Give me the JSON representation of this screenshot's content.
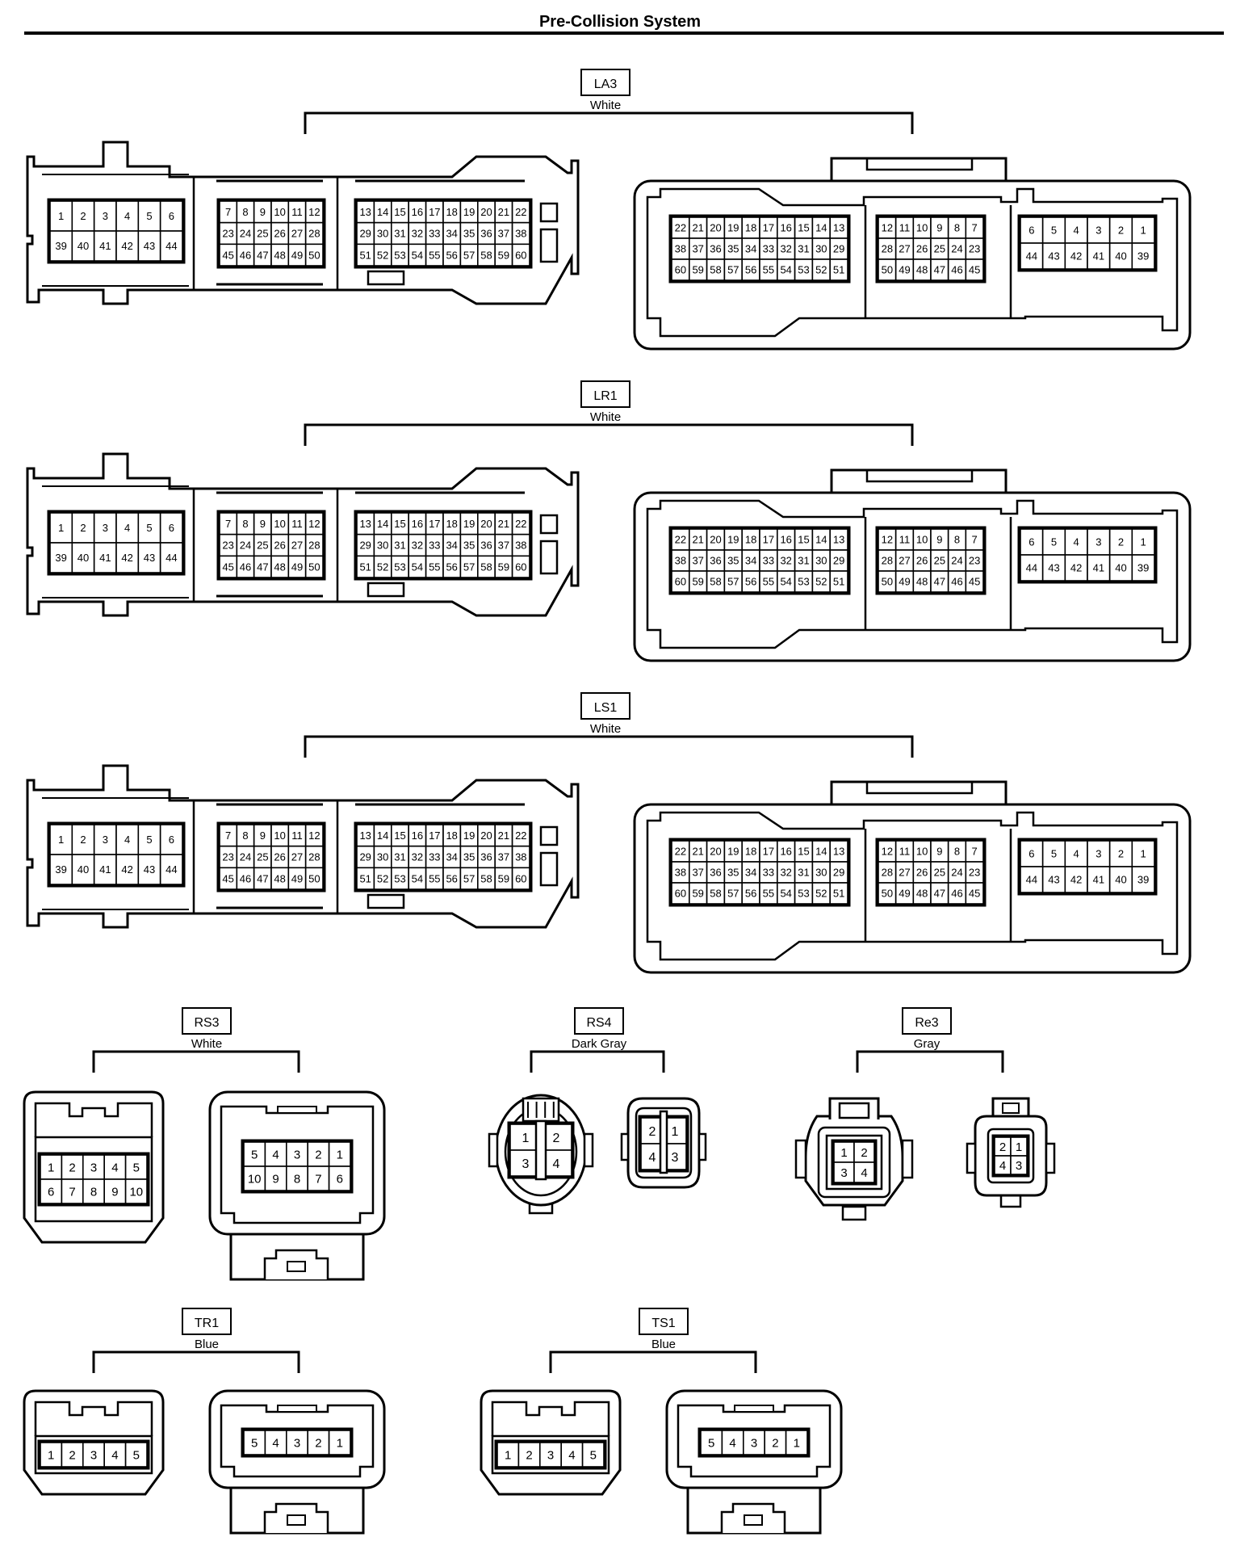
{
  "page": {
    "title": "Pre-Collision System"
  },
  "connectors": [
    {
      "id": "LA3",
      "color": "White",
      "kind": "large",
      "left_pins": {
        "a": [
          [
            "1",
            "2",
            "3",
            "4",
            "5",
            "6"
          ],
          [
            "39",
            "40",
            "41",
            "42",
            "43",
            "44"
          ]
        ],
        "b": [
          [
            "7",
            "8",
            "9",
            "10",
            "11",
            "12"
          ],
          [
            "23",
            "24",
            "25",
            "26",
            "27",
            "28"
          ],
          [
            "45",
            "46",
            "47",
            "48",
            "49",
            "50"
          ]
        ],
        "c": [
          [
            "13",
            "14",
            "15",
            "16",
            "17",
            "18",
            "19",
            "20",
            "21",
            "22"
          ],
          [
            "29",
            "30",
            "31",
            "32",
            "33",
            "34",
            "35",
            "36",
            "37",
            "38"
          ],
          [
            "51",
            "52",
            "53",
            "54",
            "55",
            "56",
            "57",
            "58",
            "59",
            "60"
          ]
        ]
      },
      "right_pins": {
        "a": [
          [
            "22",
            "21",
            "20",
            "19",
            "18",
            "17",
            "16",
            "15",
            "14",
            "13"
          ],
          [
            "38",
            "37",
            "36",
            "35",
            "34",
            "33",
            "32",
            "31",
            "30",
            "29"
          ],
          [
            "60",
            "59",
            "58",
            "57",
            "56",
            "55",
            "54",
            "53",
            "52",
            "51"
          ]
        ],
        "b": [
          [
            "12",
            "11",
            "10",
            "9",
            "8",
            "7"
          ],
          [
            "28",
            "27",
            "26",
            "25",
            "24",
            "23"
          ],
          [
            "50",
            "49",
            "48",
            "47",
            "46",
            "45"
          ]
        ],
        "c": [
          [
            "6",
            "5",
            "4",
            "3",
            "2",
            "1"
          ],
          [
            "44",
            "43",
            "42",
            "41",
            "40",
            "39"
          ]
        ]
      }
    },
    {
      "id": "LR1",
      "color": "White",
      "kind": "large",
      "left_pins": {
        "a": [
          [
            "1",
            "2",
            "3",
            "4",
            "5",
            "6"
          ],
          [
            "39",
            "40",
            "41",
            "42",
            "43",
            "44"
          ]
        ],
        "b": [
          [
            "7",
            "8",
            "9",
            "10",
            "11",
            "12"
          ],
          [
            "23",
            "24",
            "25",
            "26",
            "27",
            "28"
          ],
          [
            "45",
            "46",
            "47",
            "48",
            "49",
            "50"
          ]
        ],
        "c": [
          [
            "13",
            "14",
            "15",
            "16",
            "17",
            "18",
            "19",
            "20",
            "21",
            "22"
          ],
          [
            "29",
            "30",
            "31",
            "32",
            "33",
            "34",
            "35",
            "36",
            "37",
            "38"
          ],
          [
            "51",
            "52",
            "53",
            "54",
            "55",
            "56",
            "57",
            "58",
            "59",
            "60"
          ]
        ]
      },
      "right_pins": {
        "a": [
          [
            "22",
            "21",
            "20",
            "19",
            "18",
            "17",
            "16",
            "15",
            "14",
            "13"
          ],
          [
            "38",
            "37",
            "36",
            "35",
            "34",
            "33",
            "32",
            "31",
            "30",
            "29"
          ],
          [
            "60",
            "59",
            "58",
            "57",
            "56",
            "55",
            "54",
            "53",
            "52",
            "51"
          ]
        ],
        "b": [
          [
            "12",
            "11",
            "10",
            "9",
            "8",
            "7"
          ],
          [
            "28",
            "27",
            "26",
            "25",
            "24",
            "23"
          ],
          [
            "50",
            "49",
            "48",
            "47",
            "46",
            "45"
          ]
        ],
        "c": [
          [
            "6",
            "5",
            "4",
            "3",
            "2",
            "1"
          ],
          [
            "44",
            "43",
            "42",
            "41",
            "40",
            "39"
          ]
        ]
      }
    },
    {
      "id": "LS1",
      "color": "White",
      "kind": "large",
      "left_pins": {
        "a": [
          [
            "1",
            "2",
            "3",
            "4",
            "5",
            "6"
          ],
          [
            "39",
            "40",
            "41",
            "42",
            "43",
            "44"
          ]
        ],
        "b": [
          [
            "7",
            "8",
            "9",
            "10",
            "11",
            "12"
          ],
          [
            "23",
            "24",
            "25",
            "26",
            "27",
            "28"
          ],
          [
            "45",
            "46",
            "47",
            "48",
            "49",
            "50"
          ]
        ],
        "c": [
          [
            "13",
            "14",
            "15",
            "16",
            "17",
            "18",
            "19",
            "20",
            "21",
            "22"
          ],
          [
            "29",
            "30",
            "31",
            "32",
            "33",
            "34",
            "35",
            "36",
            "37",
            "38"
          ],
          [
            "51",
            "52",
            "53",
            "54",
            "55",
            "56",
            "57",
            "58",
            "59",
            "60"
          ]
        ]
      },
      "right_pins": {
        "a": [
          [
            "22",
            "21",
            "20",
            "19",
            "18",
            "17",
            "16",
            "15",
            "14",
            "13"
          ],
          [
            "38",
            "37",
            "36",
            "35",
            "34",
            "33",
            "32",
            "31",
            "30",
            "29"
          ],
          [
            "60",
            "59",
            "58",
            "57",
            "56",
            "55",
            "54",
            "53",
            "52",
            "51"
          ]
        ],
        "b": [
          [
            "12",
            "11",
            "10",
            "9",
            "8",
            "7"
          ],
          [
            "28",
            "27",
            "26",
            "25",
            "24",
            "23"
          ],
          [
            "50",
            "49",
            "48",
            "47",
            "46",
            "45"
          ]
        ],
        "c": [
          [
            "6",
            "5",
            "4",
            "3",
            "2",
            "1"
          ],
          [
            "44",
            "43",
            "42",
            "41",
            "40",
            "39"
          ]
        ]
      }
    },
    {
      "id": "RS3",
      "color": "White",
      "kind": "medium",
      "left_pins": [
        [
          "1",
          "2",
          "3",
          "4",
          "5"
        ],
        [
          "6",
          "7",
          "8",
          "9",
          "10"
        ]
      ],
      "right_pins": [
        [
          "5",
          "4",
          "3",
          "2",
          "1"
        ],
        [
          "10",
          "9",
          "8",
          "7",
          "6"
        ]
      ]
    },
    {
      "id": "RS4",
      "color": "Dark Gray",
      "kind": "round",
      "left_pins": [
        [
          "1",
          "2"
        ],
        [
          "3",
          "4"
        ]
      ],
      "right_pins": [
        [
          "2",
          "1"
        ],
        [
          "4",
          "3"
        ]
      ]
    },
    {
      "id": "Re3",
      "color": "Gray",
      "kind": "round",
      "left_pins": [
        [
          "1",
          "2"
        ],
        [
          "3",
          "4"
        ]
      ],
      "right_pins": [
        [
          "2",
          "1"
        ],
        [
          "4",
          "3"
        ]
      ]
    },
    {
      "id": "TR1",
      "color": "Blue",
      "kind": "small",
      "left_pins": [
        [
          "1",
          "2",
          "3",
          "4",
          "5"
        ]
      ],
      "right_pins": [
        [
          "5",
          "4",
          "3",
          "2",
          "1"
        ]
      ]
    },
    {
      "id": "TS1",
      "color": "Blue",
      "kind": "small",
      "left_pins": [
        [
          "1",
          "2",
          "3",
          "4",
          "5"
        ]
      ],
      "right_pins": [
        [
          "5",
          "4",
          "3",
          "2",
          "1"
        ]
      ]
    }
  ]
}
